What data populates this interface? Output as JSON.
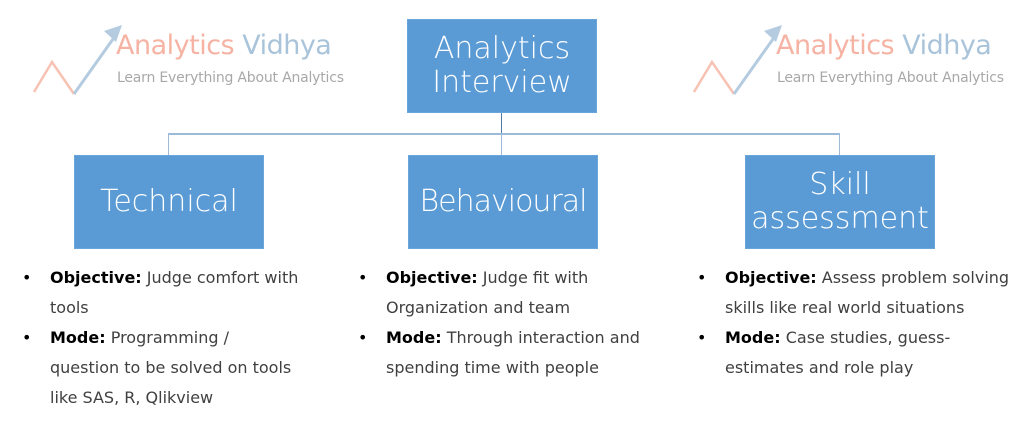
{
  "logos": [
    {
      "brand_part1": "Analytics",
      "brand_part2": "Vidhya",
      "tagline": "Learn Everything About Analytics",
      "icon": "trend-arrow-icon"
    },
    {
      "brand_part1": "Analytics",
      "brand_part2": "Vidhya",
      "tagline": "Learn Everything About Analytics",
      "icon": "trend-arrow-icon"
    }
  ],
  "colors": {
    "box_fill": "#5b9bd5",
    "connector": "#9dbbd6",
    "logo_orange": "#f6b3a3",
    "logo_blue": "#a9c4da"
  },
  "root": {
    "line1": "Analytics",
    "line2": "Interview"
  },
  "branches": [
    {
      "title_line1": "Technical",
      "title_line2": "",
      "bullets": [
        {
          "label": "Objective:",
          "text": " Judge comfort with",
          "cont": "tools"
        },
        {
          "label": "Mode:",
          "text": " Programming /",
          "cont": "question to be solved on tools",
          "cont2": "like SAS, R, Qlikview"
        }
      ]
    },
    {
      "title_line1": "Behavioural",
      "title_line2": "",
      "bullets": [
        {
          "label": "Objective:",
          "text": " Judge fit with",
          "cont": "Organization and team"
        },
        {
          "label": "Mode:",
          "text": " Through interaction and",
          "cont": "spending time with people"
        }
      ]
    },
    {
      "title_line1": "Skill",
      "title_line2": "assessment",
      "bullets": [
        {
          "label": "Objective:",
          "text": " Assess problem solving",
          "cont": "skills like real world situations"
        },
        {
          "label": "Mode:",
          "text": " Case studies, guess-",
          "cont": "estimates and role play"
        }
      ]
    }
  ],
  "bullet_char": "•"
}
